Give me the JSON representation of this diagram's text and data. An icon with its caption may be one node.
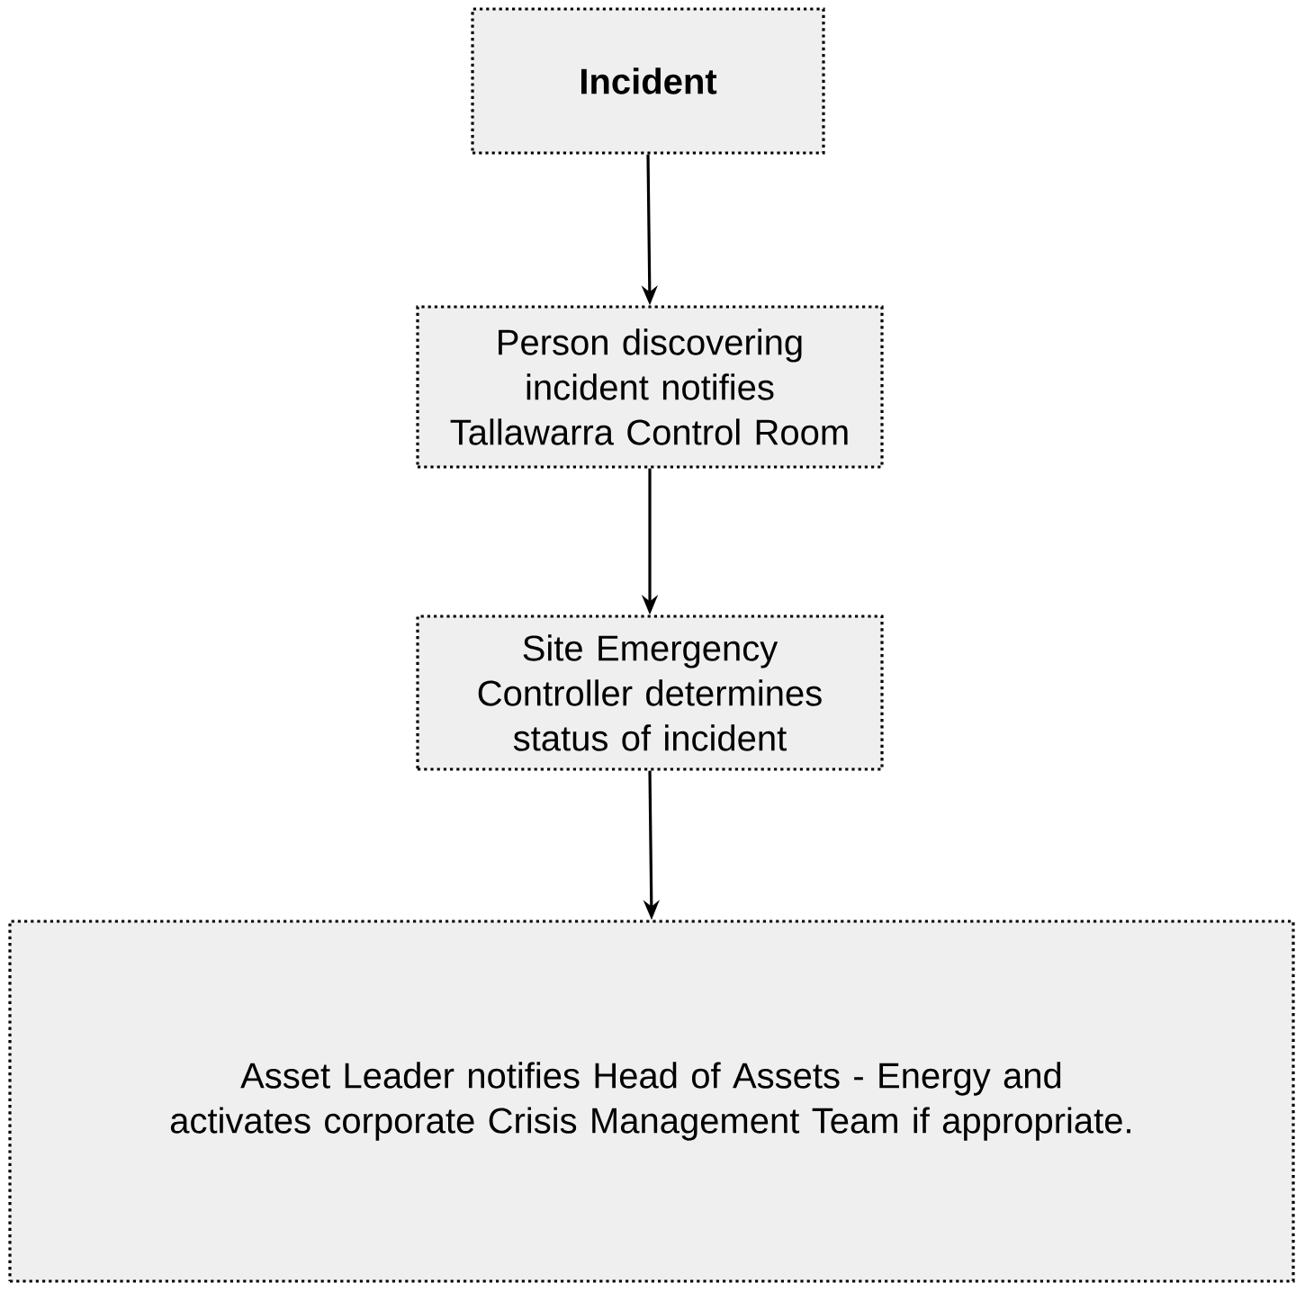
{
  "diagram": {
    "nodes": [
      {
        "text": [
          "Incident"
        ]
      },
      {
        "text": [
          "Person discovering incident notifies Tallawarra Control Room"
        ]
      },
      {
        "text": [
          "Site Emergency Controller determines status of incident"
        ]
      },
      {
        "text": [
          "Asset Leader notifies Head of Assets - Energy and activates corporate Crisis Management Team if appropriate."
        ]
      }
    ],
    "edges": [
      {
        "from": 0,
        "to": 1,
        "arrow": "to"
      },
      {
        "from": 1,
        "to": 2,
        "arrow": "to"
      },
      {
        "from": 2,
        "to": 3,
        "arrow": "to"
      }
    ]
  }
}
